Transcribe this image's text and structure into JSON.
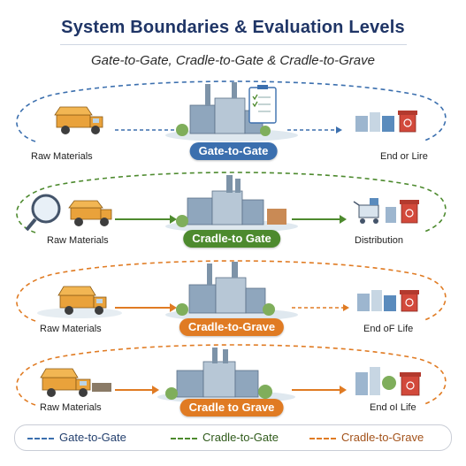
{
  "title": "System Boundaries & Evaluation Levels",
  "subtitle": "Gate-to-Gate, Cradle-to-Gate & Cradle-to-Grave",
  "colors": {
    "blue": "#3b6fae",
    "green": "#4d8a2e",
    "orange": "#e07b23",
    "title": "#1f3566"
  },
  "rows": [
    {
      "left_label": "Raw Materials",
      "pill": "Gate-to-Gate",
      "right_label": "End or Lire",
      "color": "#3b6fae",
      "icons": [
        "truck-icon",
        "factory-icon",
        "clipboard-icon",
        "recycle-bin-icon"
      ]
    },
    {
      "left_label": "Raw Materials",
      "pill": "Cradle-to Gate",
      "right_label": "Distribution",
      "color": "#4d8a2e",
      "icons": [
        "magnifier-icon",
        "truck-icon",
        "factory-icon",
        "shopping-cart-icon",
        "recycle-bin-icon"
      ]
    },
    {
      "left_label": "Raw Materials",
      "pill": "Cradle-to-Grave",
      "right_label": "End oF Life",
      "color": "#e07b23",
      "icons": [
        "truck-icon",
        "factory-icon",
        "recycle-bin-icon"
      ]
    },
    {
      "left_label": "Raw Materials",
      "pill": "Cradle to Grave",
      "right_label": "End oI Life",
      "color": "#e07b23",
      "icons": [
        "truck-icon",
        "factory-icon",
        "recycle-bin-icon"
      ]
    }
  ],
  "legend": [
    {
      "label": "Gate-to-Gate",
      "color": "#3b6fae"
    },
    {
      "label": "Cradle-to-Gate",
      "color": "#4d8a2e"
    },
    {
      "label": "Cradle-to-Grave",
      "color": "#e07b23"
    }
  ]
}
